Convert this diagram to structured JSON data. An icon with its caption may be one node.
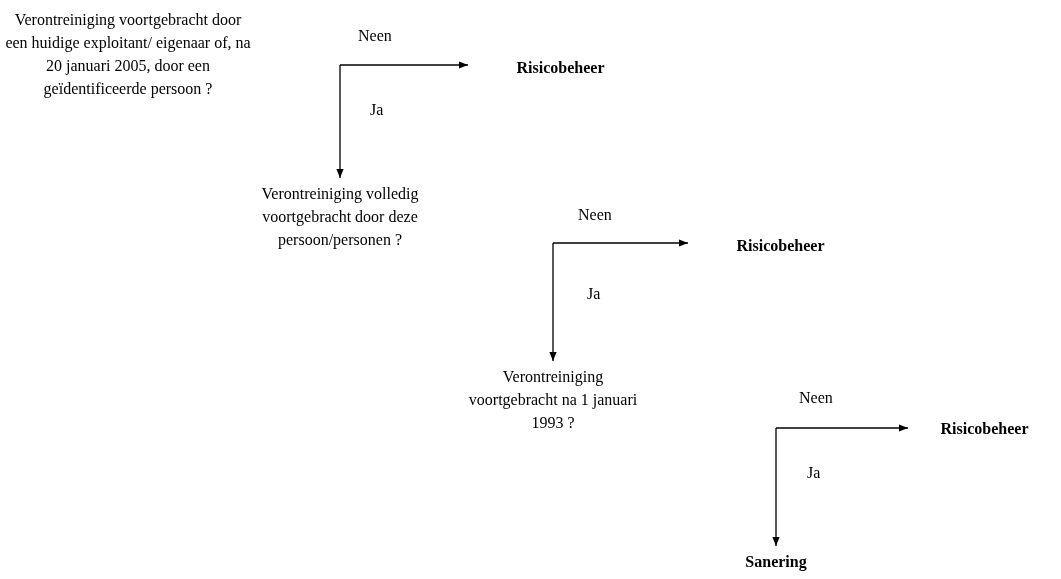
{
  "diagram": {
    "nodes": [
      {
        "text": [
          "Verontreiniging voortgebracht door een huidige exploitant/ eigenaar of, na 20 januari 2005, door een geïdentificeerde persoon ?"
        ]
      },
      {
        "text": [
          "Risicobeheer"
        ]
      },
      {
        "text": [
          "Verontreiniging volledig voortgebracht door deze persoon/personen ?"
        ]
      },
      {
        "text": [
          "Risicobeheer"
        ]
      },
      {
        "text": [
          "Verontreiniging voortgebracht na 1 januari 1993 ?"
        ]
      },
      {
        "text": [
          "Risicobeheer"
        ]
      },
      {
        "text": [
          "Sanering"
        ]
      }
    ],
    "edges": [
      {
        "from": null,
        "to": 1,
        "arrow": "to",
        "label": "Neen"
      },
      {
        "from": null,
        "to": 2,
        "arrow": "to",
        "label": "Ja"
      },
      {
        "from": null,
        "to": 3,
        "arrow": "to",
        "label": "Neen"
      },
      {
        "from": null,
        "to": 4,
        "arrow": "to",
        "label": "Ja"
      },
      {
        "from": null,
        "to": 5,
        "arrow": "to",
        "label": "Neen"
      },
      {
        "from": null,
        "to": 6,
        "arrow": "to",
        "label": "Ja"
      }
    ]
  }
}
